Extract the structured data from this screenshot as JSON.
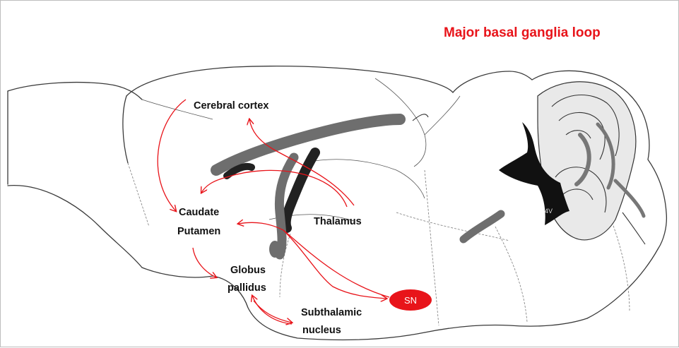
{
  "title": "Major basal ganglia loop",
  "colors": {
    "accent": "#e8141a",
    "tract_dark": "#222222",
    "tract_gray": "#6e6e6e",
    "outline": "#3a3a3a"
  },
  "labels": {
    "cerebral_cortex": "Cerebral cortex",
    "caudate": "Caudate",
    "putamen": "Putamen",
    "thalamus": "Thalamus",
    "globus": "Globus",
    "pallidus": "pallidus",
    "subthalamic": "Subthalamic",
    "nucleus": "nucleus",
    "sn": "SN",
    "fourth_ventricle": "4V"
  }
}
